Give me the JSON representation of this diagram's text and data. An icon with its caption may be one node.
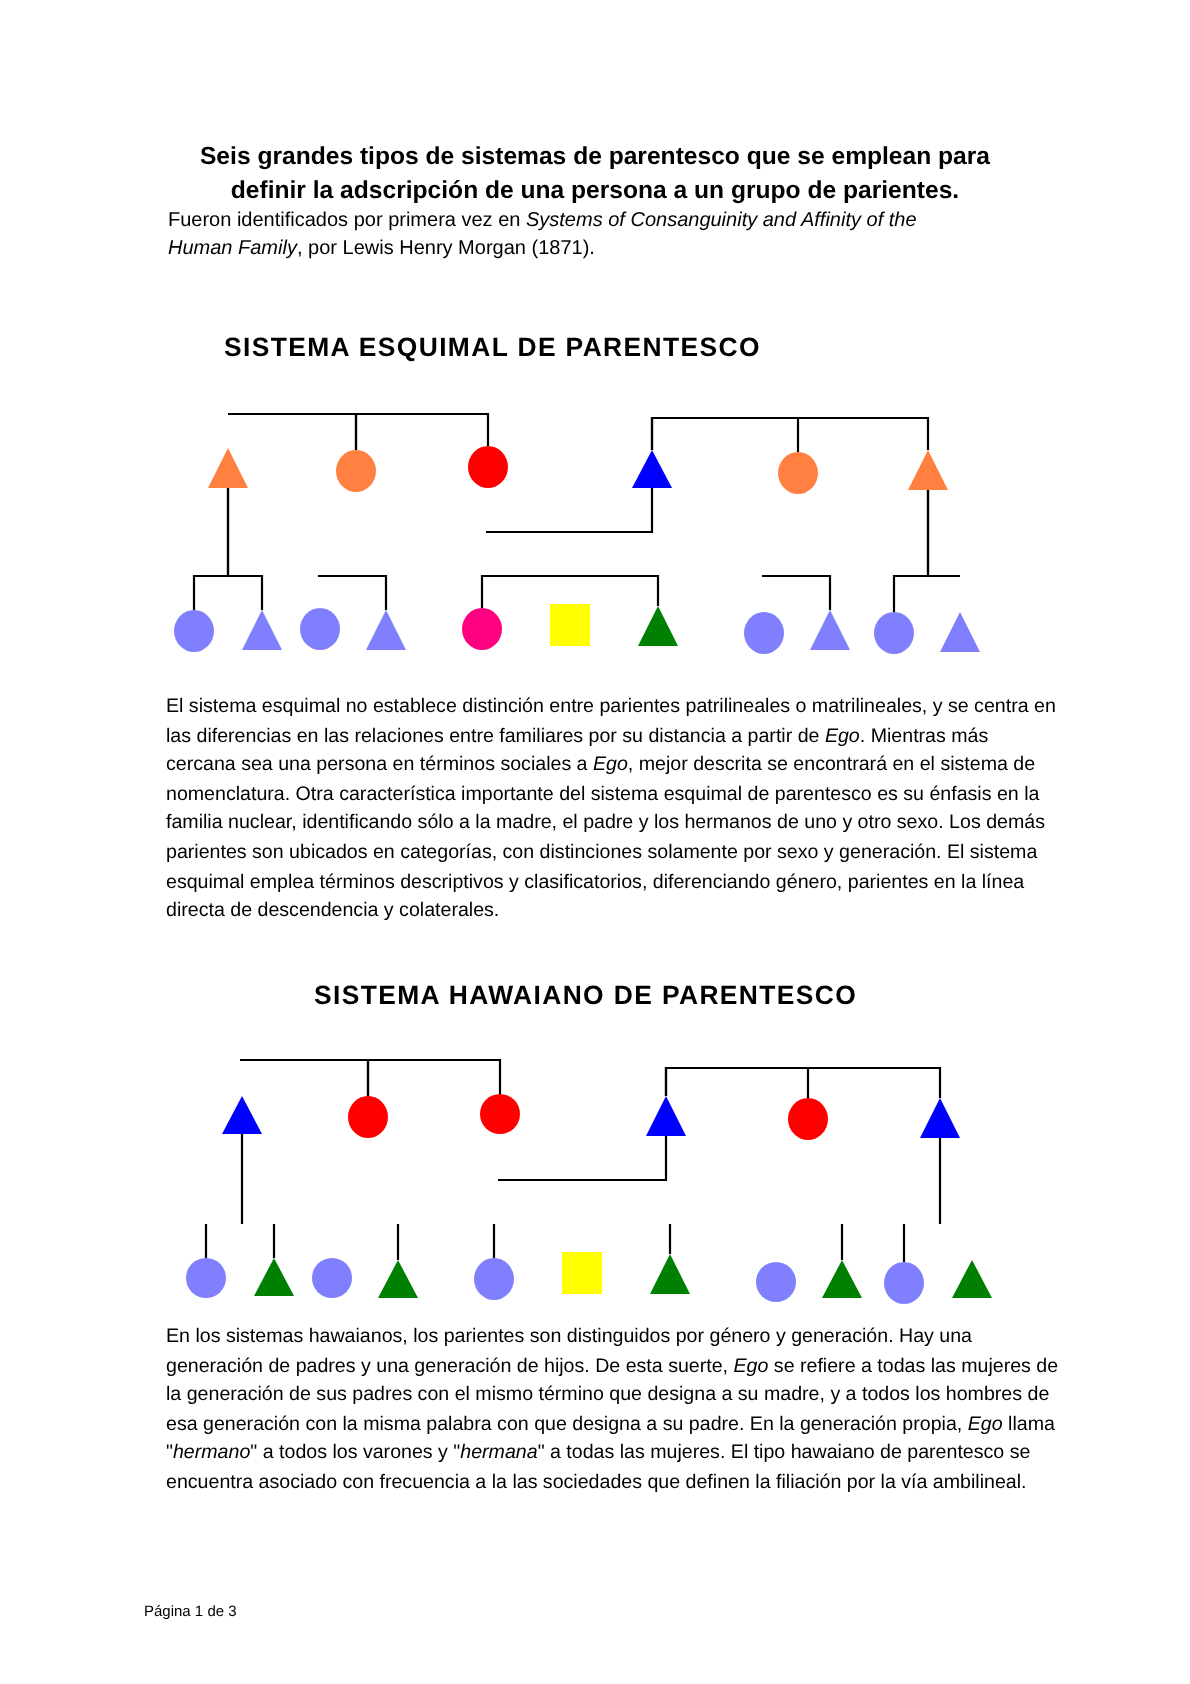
{
  "diagram": {
    "title": "Seis grandes tipos de sistemas de parentesco que se emplean para definir la adscripción de una persona a un grupo de parientes.",
    "nodes": [
      {
        "text": [],
        "shape": "triangle"
      },
      {
        "text": [],
        "shape": "circle"
      },
      {
        "text": [],
        "shape": "circle"
      },
      {
        "text": [],
        "shape": "triangle"
      },
      {
        "text": [],
        "shape": "circle"
      },
      {
        "text": [],
        "shape": "triangle"
      },
      {
        "text": [],
        "shape": "circle"
      },
      {
        "text": [],
        "shape": "triangle"
      },
      {
        "text": [],
        "shape": "circle"
      },
      {
        "text": [],
        "shape": "triangle"
      },
      {
        "text": [],
        "shape": "circle"
      },
      {
        "text": [],
        "shape": "square"
      },
      {
        "text": [],
        "shape": "triangle"
      },
      {
        "text": [],
        "shape": "circle"
      },
      {
        "text": [],
        "shape": "triangle"
      },
      {
        "text": [],
        "shape": "circle"
      },
      {
        "text": [],
        "shape": "triangle"
      },
      {
        "text": [],
        "shape": "triangle"
      },
      {
        "text": [],
        "shape": "circle"
      },
      {
        "text": [],
        "shape": "circle"
      },
      {
        "text": [],
        "shape": "triangle"
      },
      {
        "text": [],
        "shape": "circle"
      },
      {
        "text": [],
        "shape": "triangle"
      },
      {
        "text": [],
        "shape": "circle"
      },
      {
        "text": [],
        "shape": "triangle"
      },
      {
        "text": [],
        "shape": "circle"
      },
      {
        "text": [],
        "shape": "triangle"
      },
      {
        "text": [],
        "shape": "circle"
      },
      {
        "text": [],
        "shape": "square"
      },
      {
        "text": [],
        "shape": "triangle"
      },
      {
        "text": [],
        "shape": "circle"
      },
      {
        "text": [],
        "shape": "triangle"
      },
      {
        "text": [],
        "shape": "circle"
      },
      {
        "text": [],
        "shape": "triangle"
      }
    ],
    "edges": [
      {
        "from": 1,
        "to": 2,
        "arrow": "none"
      },
      {
        "from": 1,
        "to": null,
        "arrow": "none"
      },
      {
        "from": 3,
        "to": 4,
        "arrow": "none"
      },
      {
        "from": 3,
        "to": 5,
        "arrow": "none"
      },
      {
        "from": 3,
        "to": null,
        "arrow": "none"
      },
      {
        "from": 0,
        "to": 6,
        "arrow": "none"
      },
      {
        "from": 0,
        "to": 7,
        "arrow": "none"
      },
      {
        "from": 9,
        "to": null,
        "arrow": "none"
      },
      {
        "from": 10,
        "to": 12,
        "arrow": "none"
      },
      {
        "from": 14,
        "to": null,
        "arrow": "none"
      },
      {
        "from": 5,
        "to": 15,
        "arrow": "none"
      },
      {
        "from": 5,
        "to": null,
        "arrow": "none"
      },
      {
        "from": 18,
        "to": 19,
        "arrow": "none"
      },
      {
        "from": 18,
        "to": null,
        "arrow": "none"
      },
      {
        "from": 20,
        "to": 21,
        "arrow": "none"
      },
      {
        "from": 20,
        "to": 22,
        "arrow": "none"
      },
      {
        "from": 20,
        "to": null,
        "arrow": "none"
      },
      {
        "from": 17,
        "to": null,
        "arrow": "none"
      },
      {
        "from": 22,
        "to": null,
        "arrow": "none"
      },
      {
        "from": 23,
        "to": null,
        "arrow": "none"
      },
      {
        "from": 24,
        "to": null,
        "arrow": "none"
      },
      {
        "from": 26,
        "to": null,
        "arrow": "none"
      },
      {
        "from": 27,
        "to": null,
        "arrow": "none"
      },
      {
        "from": 29,
        "to": null,
        "arrow": "none"
      },
      {
        "from": 31,
        "to": null,
        "arrow": "none"
      },
      {
        "from": 32,
        "to": null,
        "arrow": "none"
      }
    ],
    "labels": [
      "Fueron identificados por primera vez en *Systems of Consanguinity and Affinity of the Human Family*, por Lewis Henry Morgan (1871).",
      "SISTEMA ESQUIMAL DE PARENTESCO",
      "El sistema esquimal no establece distinción entre parientes patrilineales o matrilineales, y se centra en las diferencias en las relaciones entre familiares por su distancia a partir de *Ego*. Mientras más cercana sea una persona en términos sociales a *Ego*, mejor descrita se encontrará en el sistema de nomenclatura. Otra característica importante del sistema esquimal de parentesco es su énfasis en la familia nuclear, identificando sólo a la madre, el padre y los hermanos de uno y otro sexo. Los demás parientes son ubicados en categorías, con distinciones solamente por sexo y generación. El sistema esquimal emplea términos descriptivos y clasificatorios, diferenciando género, parientes en la línea directa de descendencia y colaterales.",
      "SISTEMA HAWAIANO DE PARENTESCO",
      "En los sistemas hawaianos, los parientes son distinguidos por género y generación. Hay una generación de padres y una generación de hijos. De esta suerte, *Ego* se refiere a todas las mujeres de la generación de sus padres con el mismo término que designa a su madre, y a todos los hombres de esa generación con la misma palabra con que designa a su padre. En la generación propia, *Ego* llama \"*hermano*\" a todos los varones y \"*hermana*\" a todas las mujeres. El tipo hawaiano de parentesco se encuentra asociado con frecuencia a la las sociedades que definen la filiación por la vía ambilineal.",
      "Página 1 de 3"
    ]
  }
}
